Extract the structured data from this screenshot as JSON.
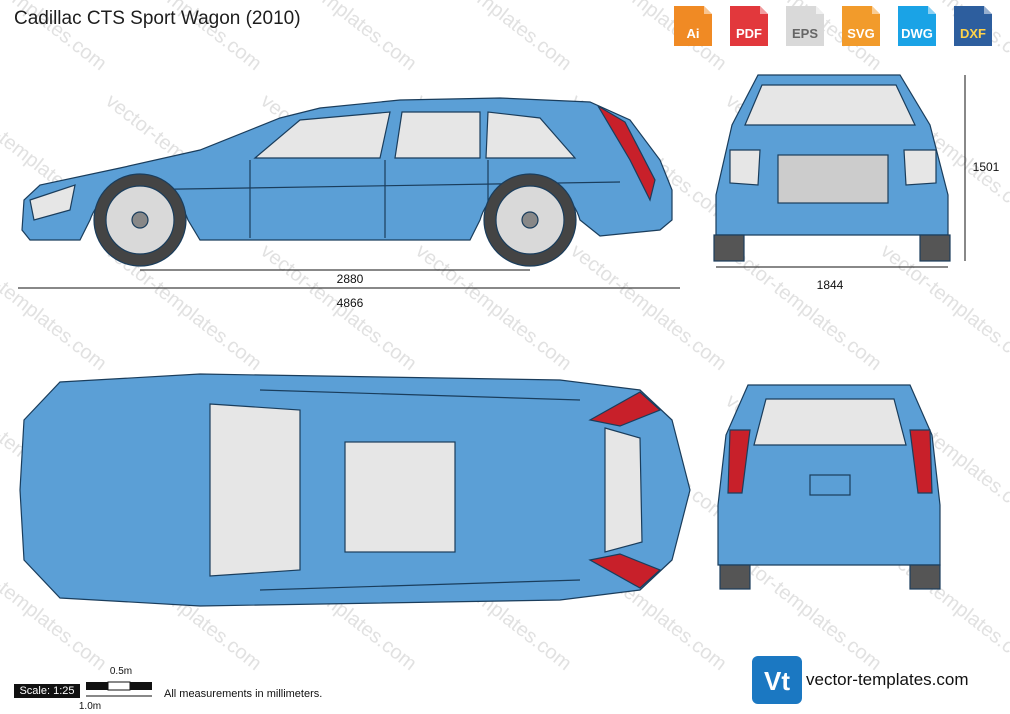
{
  "title": "Cadillac CTS Sport Wagon (2010)",
  "formats": [
    {
      "label": "Ai",
      "color": "#f08a24"
    },
    {
      "label": "PDF",
      "color": "#e2383c"
    },
    {
      "label": "EPS",
      "color": "#e9e9e9"
    },
    {
      "label": "SVG",
      "color": "#f29b2b"
    },
    {
      "label": "DWG",
      "color": "#1aa3e6"
    },
    {
      "label": "DXF",
      "color": "#2d5e9e"
    }
  ],
  "dimensions": {
    "wheelbase": "2880",
    "length": "4866",
    "width": "1844",
    "height": "1501"
  },
  "scale": {
    "label": "Scale: 1:25",
    "half_meter": "0.5m",
    "meter": "1.0m"
  },
  "note": "All measurements in millimeters.",
  "brand": {
    "logo": "Vt",
    "site": "vector-templates.com"
  },
  "watermark": "vector-templates.com",
  "colors": {
    "body": "#5b9fd6",
    "outline": "#1a3d5c",
    "glass": "#e6e6e6",
    "tail": "#c8202a",
    "tire": "#555555",
    "brand": "#1b78c2"
  }
}
